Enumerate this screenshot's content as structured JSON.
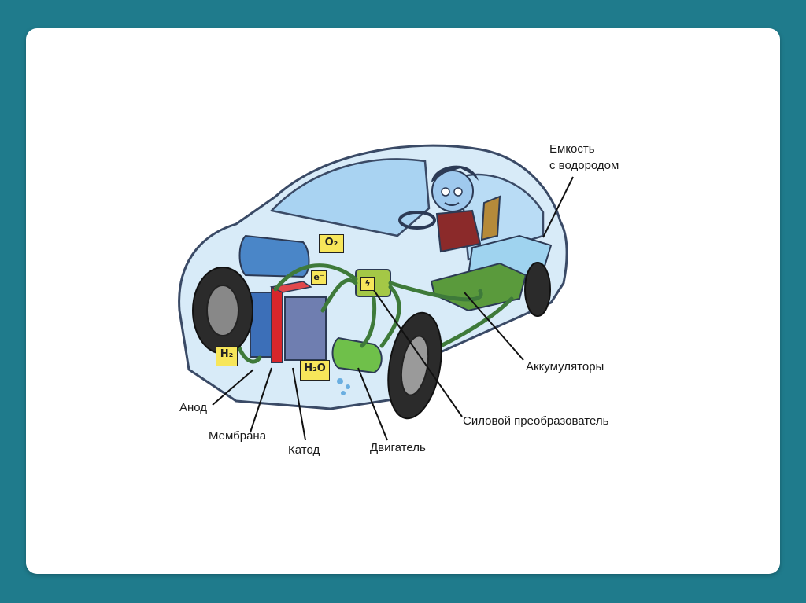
{
  "labels": {
    "tank": [
      "Емкость",
      "с водородом"
    ],
    "batteries": "Аккумуляторы",
    "converter": "Силовой преобразователь",
    "motor": "Двигатель",
    "cathode": "Катод",
    "membrane": "Мембрана",
    "anode": "Анод"
  },
  "chips": {
    "o2": "O₂",
    "h2": "H₂",
    "h2o": "H₂O",
    "electron": "e⁻",
    "bolt": "ϟ"
  },
  "colors": {
    "frame": "#1f7b8c",
    "slide": "#ffffff",
    "car_body": "#cfe6f7",
    "wheel": "#2b2b2b",
    "hose": "#3e7a3a",
    "chip": "#f7e65a",
    "membrane": "#d7262b",
    "cathode": "#6f7eb0",
    "anode": "#3c6fb8",
    "motor": "#6fc04a",
    "battery": "#5a9a3c"
  }
}
